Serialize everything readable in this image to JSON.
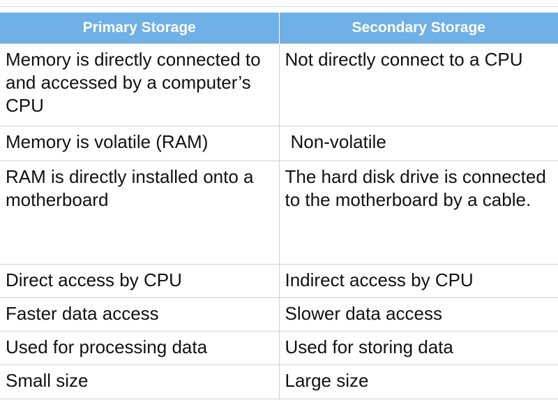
{
  "table": {
    "headers": [
      "Primary Storage",
      "Secondary Storage"
    ],
    "rows": [
      [
        "Memory is directly connected to and accessed by a computer’s CPU",
        "Not directly connect to a CPU"
      ],
      [
        "Memory is volatile (RAM)",
        "Non-volatile"
      ],
      [
        "RAM is directly installed onto a motherboard",
        "The hard disk drive is connected to the motherboard by a cable."
      ],
      [
        "Direct access by CPU",
        "Indirect access by CPU"
      ],
      [
        "Faster data access",
        "Slower data access"
      ],
      [
        "Used for processing data",
        "Used for storing data"
      ],
      [
        "Small size",
        "Large size"
      ]
    ]
  },
  "colors": {
    "header_background": "#6fb0e6",
    "header_text": "#ffffff",
    "grid_lines": "#cfcfcf",
    "body_text": "#111111"
  }
}
